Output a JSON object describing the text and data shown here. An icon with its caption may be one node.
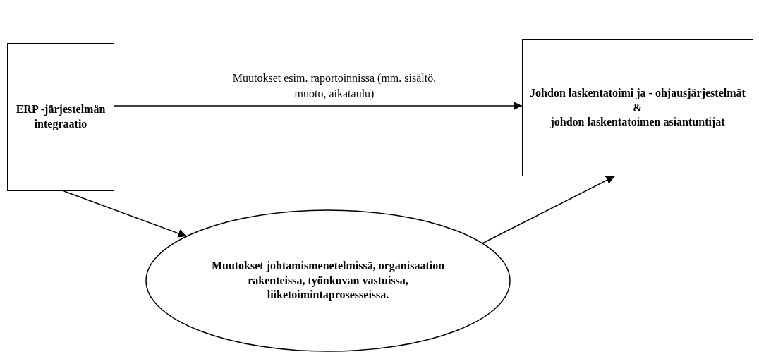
{
  "diagram": {
    "nodes": [
      {
        "text": [
          "ERP -järjestelmän integraatio"
        ]
      },
      {
        "text": [
          "Johdon laskentatoimi ja - ohjausjärjestelmät",
          "&",
          "johdon laskentatoimen asiantuntijat"
        ]
      },
      {
        "text": [
          "Muutokset johtamismenetelmissä, organisaation rakenteissa, työnkuvan vastuissa, liiketoimintaprosesseissa."
        ]
      }
    ],
    "edges": [
      {
        "from": 0,
        "to": 1,
        "arrow": "to",
        "label": "Muutokset esim. raportoinnissa (mm. sisältö, muoto, aikataulu)"
      },
      {
        "from": 0,
        "to": 2,
        "arrow": "to"
      },
      {
        "from": 2,
        "to": 1,
        "arrow": "to"
      }
    ]
  }
}
